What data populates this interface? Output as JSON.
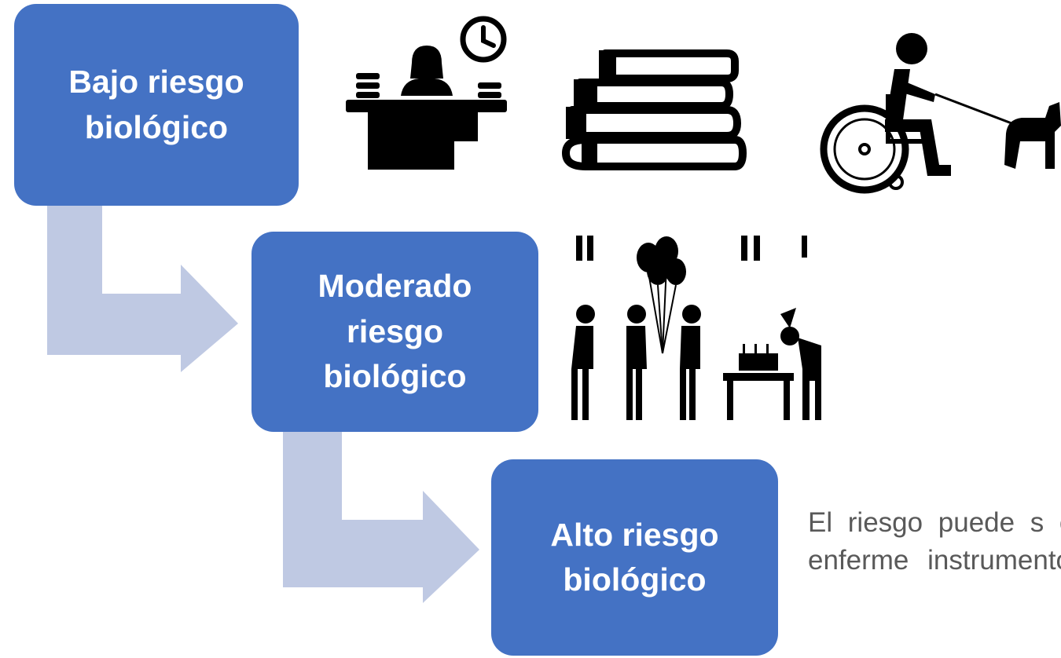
{
  "colors": {
    "box": "#4472c4",
    "arrow": "#bfc9e3",
    "icon": "#000000",
    "description_text": "#595959"
  },
  "boxes": [
    {
      "label": "Bajo riesgo biológico"
    },
    {
      "label": "Moderado riesgo biológico"
    },
    {
      "label": "Alto riesgo biológico"
    }
  ],
  "icons": [
    "receptionist-desk-icon",
    "stack-of-books-icon",
    "wheelchair-user-with-dog-icon",
    "birthday-party-crowd-icon"
  ],
  "description": "El riesgo puede s con quienes se alguna enferme instrumentos ut carga microbioló"
}
